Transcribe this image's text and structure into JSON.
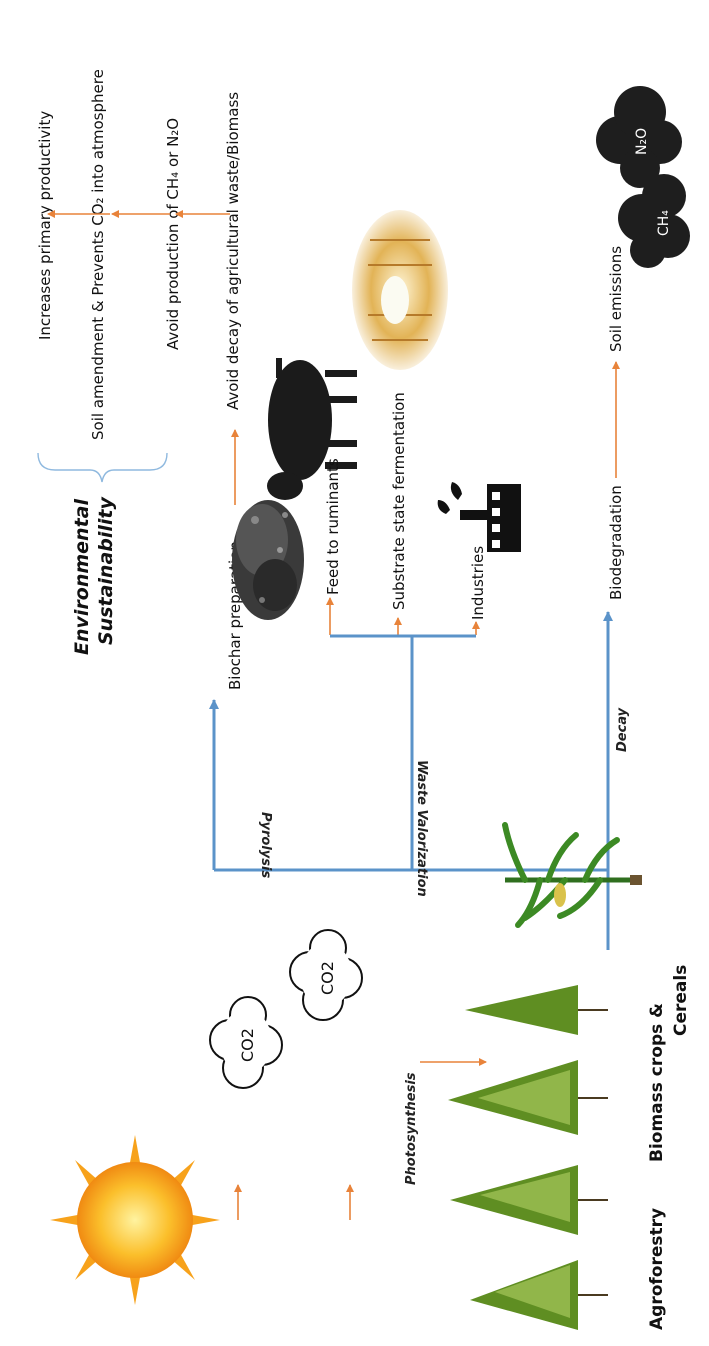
{
  "labels": {
    "sustainability_title_1": "Environmental",
    "sustainability_title_2": "Sustainability",
    "benefit_1": "Increases primary productivity",
    "benefit_2": "Soil amendment & Prevents CO₂ into atmosphere",
    "benefit_3": "Avoid production of CH₄ or N₂O",
    "benefit_4": "Avoid decay of agricultural waste/Biomass",
    "biochar": "Biochar preparation",
    "feed": "Feed to ruminants",
    "fermentation": "Substrate state fermentation",
    "industries": "Industries",
    "biodegradation": "Biodegradation",
    "soil_emissions": "Soil emissions",
    "pyrolysis": "Pyrolysis",
    "waste_valorization": "Waste Valorization",
    "decay": "Decay",
    "photosynthesis": "Photosynthesis",
    "agroforestry": "Agroforestry",
    "biomass_1": "Biomass crops &",
    "biomass_2": "Cereals",
    "co2_a": "CO2",
    "co2_b": "CO2",
    "gas_n2o": "N₂O",
    "gas_ch4": "CH₄"
  },
  "icons": [
    "sun-icon",
    "co2-cloud-icon",
    "tree-icon",
    "corn-plant-icon",
    "biochar-pile-icon",
    "cow-icon",
    "fermentation-image-icon",
    "factory-icon",
    "gas-cloud-icon"
  ],
  "colors": {
    "flow": "#5b93c9",
    "arrow": "#e8833a",
    "sun": "#f7a21b"
  }
}
